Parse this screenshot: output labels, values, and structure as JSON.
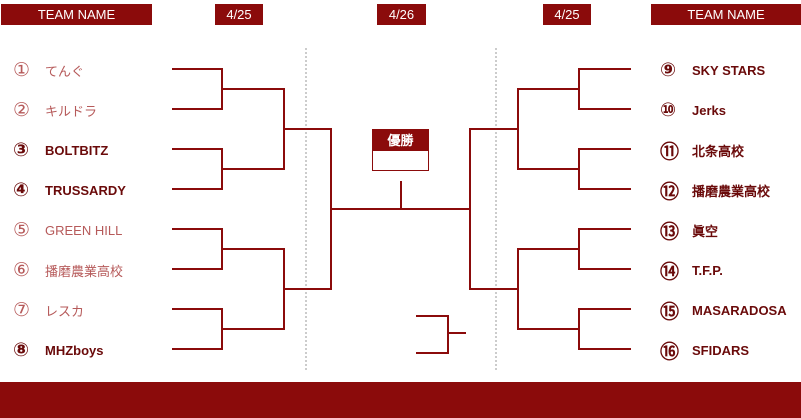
{
  "header": {
    "left_title": "TEAM NAME",
    "right_title": "TEAM NAME",
    "dates": [
      "4/25",
      "4/26",
      "4/25"
    ]
  },
  "left_teams": [
    {
      "num": "①",
      "name": "てんぐ"
    },
    {
      "num": "②",
      "name": "キルドラ"
    },
    {
      "num": "③",
      "name": "BOLTBITZ"
    },
    {
      "num": "④",
      "name": "TRUSSARDY"
    },
    {
      "num": "⑤",
      "name": "GREEN HILL"
    },
    {
      "num": "⑥",
      "name": "播磨農業高校"
    },
    {
      "num": "⑦",
      "name": "レスカ"
    },
    {
      "num": "⑧",
      "name": "MHZboys"
    }
  ],
  "right_teams": [
    {
      "num": "⑨",
      "name": "SKY STARS"
    },
    {
      "num": "⑩",
      "name": "Jerks"
    },
    {
      "num": "⑪",
      "name": "北条高校"
    },
    {
      "num": "⑫",
      "name": "播磨農業高校"
    },
    {
      "num": "⑬",
      "name": "眞空"
    },
    {
      "num": "⑭",
      "name": "T.F.P."
    },
    {
      "num": "⑮",
      "name": "MASARADOSA"
    },
    {
      "num": "⑯",
      "name": "SFIDARS"
    }
  ],
  "champion": {
    "label": "優勝",
    "team": ""
  },
  "colors": {
    "brand": "#8b0b0b",
    "line": "#8b0b0b",
    "divider": "#999999"
  }
}
